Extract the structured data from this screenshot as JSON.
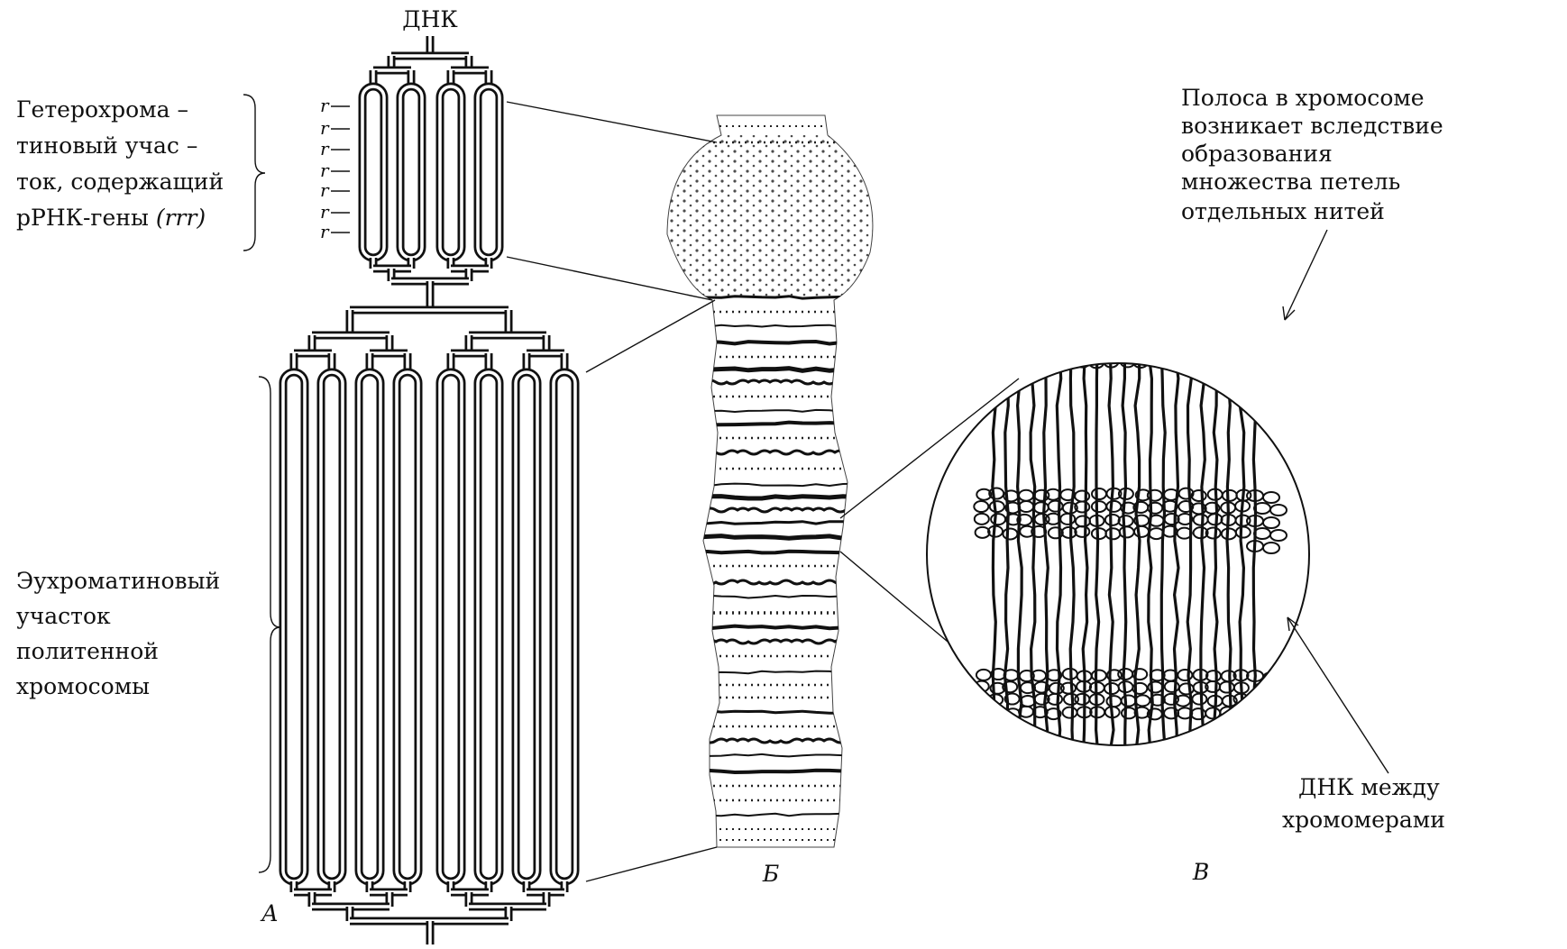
{
  "labels": {
    "dna_top": "ДНК",
    "hetero": [
      "Гетерохрома –",
      "тиновый учас –",
      "ток, содержащий",
      "рРНК-гены "
    ],
    "hetero_genes": "(rrr)",
    "r_gene": "r",
    "eu": [
      "Эухроматиновый",
      "участок",
      "политенной",
      "хромосомы"
    ],
    "band": [
      "Полоса в хромосоме",
      "возникает вследствие",
      "образования",
      "множества петель",
      "отдельных нитей"
    ],
    "dna_between": [
      "ДНК между",
      "хромомерами"
    ],
    "panel_a": "А",
    "panel_b": "Б",
    "panel_c": "В"
  }
}
